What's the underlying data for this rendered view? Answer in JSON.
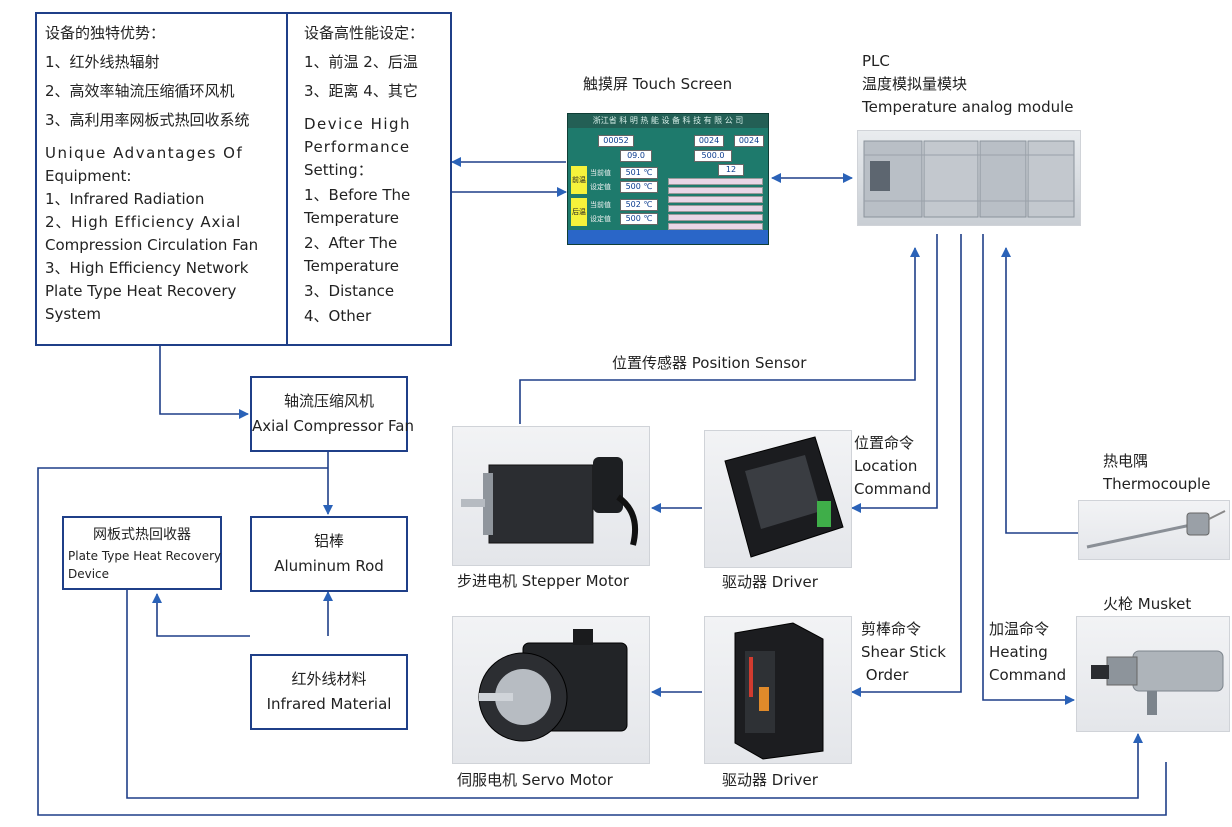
{
  "advantages": {
    "title": "设备的独特优势：",
    "items_cn": [
      "1、红外线热辐射",
      "2、高效率轴流压缩循环风机",
      "3、高利用率网板式热回收系统"
    ],
    "title_en_lines": [
      "Unique Advantages Of",
      "Equipment:"
    ],
    "items_en": [
      "1、Infrared Radiation",
      "2、High Efficiency Axial",
      "Compression Circulation Fan",
      "3、High Efficiency Network",
      "Plate Type Heat Recovery",
      "System"
    ]
  },
  "settings": {
    "title": "设备高性能设定：",
    "cn_lines": [
      "1、前温  2、后温",
      "3、距离  4、其它"
    ],
    "en_lines": [
      "Device High",
      "Performance",
      "Setting：",
      "1、Before The",
      "Temperature",
      "2、After The",
      "Temperature",
      "3、Distance",
      "4、Other"
    ]
  },
  "touch_screen": {
    "label": "触摸屏  Touch Screen",
    "header": "浙江省 科 明 热 能 设 备 科 技 有 限 公 司",
    "v1": "00052",
    "v2": "0024",
    "v3": "0024",
    "v4": "09.0",
    "v5": "500.0",
    "v6": "12",
    "front": "前温",
    "back": "后温",
    "current": "当前值",
    "setval": "设定值",
    "f_cur": "501 ℃",
    "f_set": "500 ℃",
    "b_cur": "502 ℃",
    "b_set": "500 ℃"
  },
  "plc": {
    "lines": [
      "PLC",
      "温度模拟量模块",
      "Temperature analog module"
    ]
  },
  "fan": {
    "cn": "轴流压缩风机",
    "en": "Axial Compressor Fan"
  },
  "rod": {
    "cn": "铝棒",
    "en": "Aluminum Rod"
  },
  "recovery": {
    "cn": "网板式热回收器",
    "en_lines": [
      "Plate Type Heat Recovery",
      "Device"
    ]
  },
  "infrared": {
    "cn": "红外线材料",
    "en": "Infrared Material"
  },
  "position_sensor": "位置传感器  Position Sensor",
  "stepper": "步进电机  Stepper Motor",
  "servo": "伺服电机  Servo Motor",
  "driver1": "驱动器  Driver",
  "driver2": "驱动器  Driver",
  "location_cmd": [
    "位置命令",
    "Location",
    "Command"
  ],
  "shear_cmd": [
    "剪棒命令",
    "Shear Stick",
    " Order"
  ],
  "heating_cmd": [
    "加温命令",
    "Heating",
    "Command"
  ],
  "thermocouple": [
    "热电隅",
    "Thermocouple"
  ],
  "musket": "火枪  Musket",
  "colors": {
    "line": "#1f3f88",
    "arrow": "#2a62b8"
  }
}
